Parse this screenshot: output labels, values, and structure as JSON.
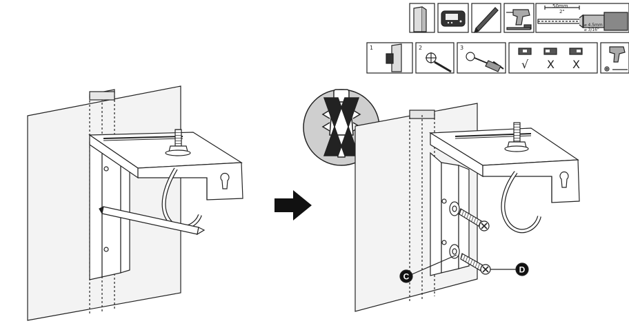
{
  "tools_row": {
    "drill_measure": {
      "depth": "50mm",
      "depth_in": "2\"",
      "diameter": "⌀ 4.5mm",
      "diameter_in": "⌀ 3/16\""
    }
  },
  "steps_row": {
    "step_numbers": [
      "1",
      "2",
      "3"
    ],
    "level_marks": [
      "√",
      "X",
      "X"
    ]
  },
  "callouts": {
    "c": "C",
    "d": "D"
  },
  "colors": {
    "line": "#222222",
    "panel": "#f2f2f2",
    "stud": "#e8e8e8",
    "metal": "#ffffff",
    "prohibit_bg": "#cfcfcf",
    "callout_fill": "#111111"
  }
}
